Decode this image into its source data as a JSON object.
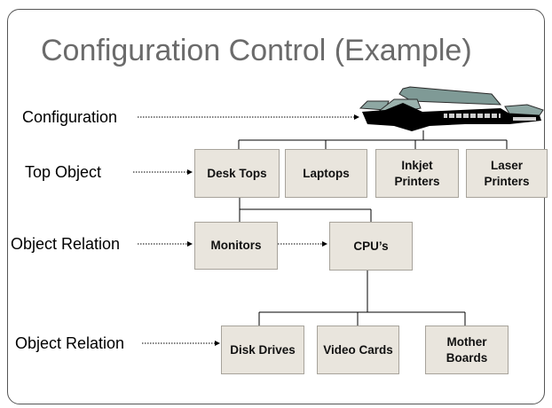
{
  "title": "Configuration Control (Example)",
  "rows": {
    "configuration": "Configuration",
    "top_object": "Top Object",
    "object_relation_1": "Object Relation",
    "object_relation_2": "Object Relation"
  },
  "nodes": {
    "desk_tops": "Desk Tops",
    "laptops": "Laptops",
    "inkjet_printers": "Inkjet\nPrinters",
    "laser_printers": "Laser\nPrinters",
    "monitors": "Monitors",
    "cpus": "CPU’s",
    "disk_drives": "Disk Drives",
    "video_cards": "Video Cards",
    "mother_boards": "Mother\nBoards"
  },
  "icons": {
    "configuration": "building-icon"
  },
  "colors": {
    "box_fill": "#e9e5dd",
    "title": "#6b6b6b",
    "roof": "#7f9a96"
  }
}
